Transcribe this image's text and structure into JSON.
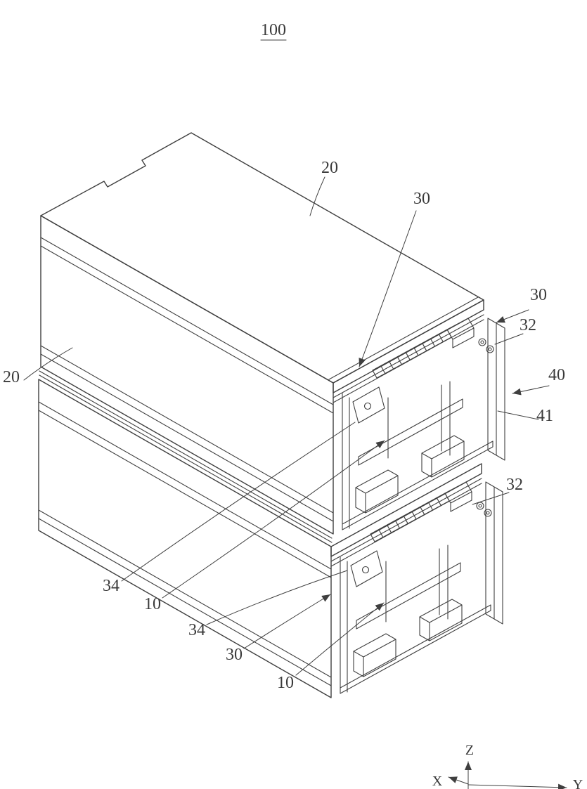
{
  "figure": {
    "title": "100",
    "labels": {
      "ref20_top": "20",
      "ref30_top": "30",
      "ref30_right": "30",
      "ref32_upper": "32",
      "ref40": "40",
      "ref41": "41",
      "ref32_lower": "32",
      "ref20_left": "20",
      "ref34_upper": "34",
      "ref10_upper": "10",
      "ref34_lower": "34",
      "ref30_lower": "30",
      "ref10_lower": "10"
    },
    "axes": {
      "x": "X",
      "y": "Y",
      "z": "Z"
    },
    "colors": {
      "line": "#3f3f3f",
      "label": "#3a3a3a",
      "background": "#ffffff"
    }
  }
}
